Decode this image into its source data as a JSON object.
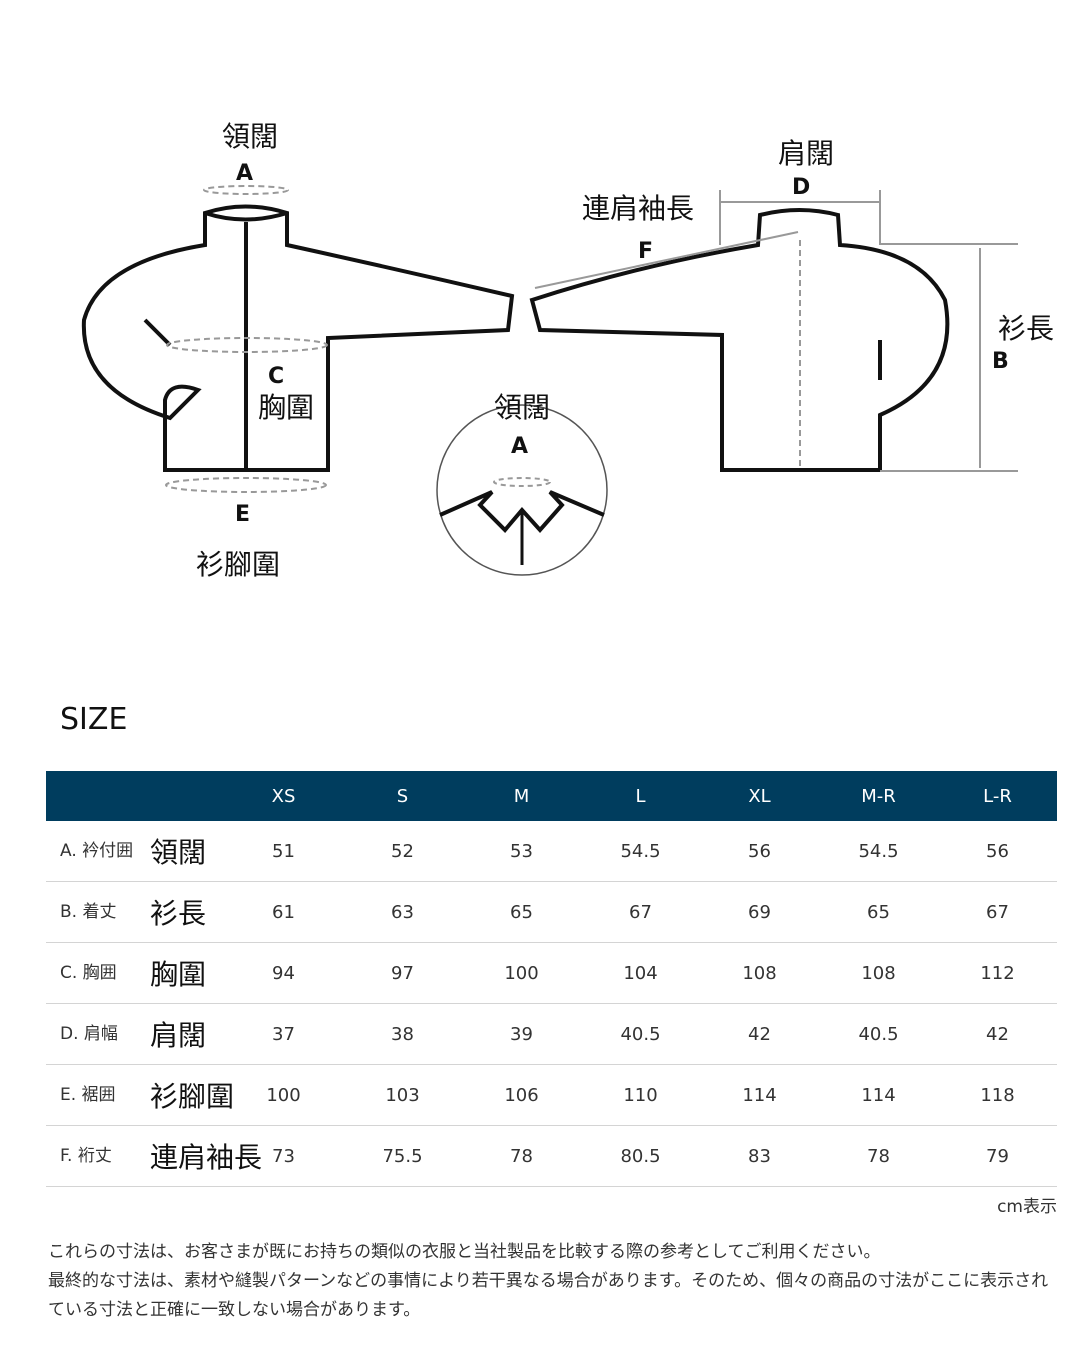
{
  "diagram": {
    "labels": {
      "collar": "領闊",
      "collar_letter": "A",
      "shoulder": "肩闊",
      "shoulder_letter": "D",
      "sleeve": "連肩袖長",
      "sleeve_letter": "F",
      "length": "衫長",
      "length_letter": "B",
      "chest": "胸圍",
      "chest_letter": "C",
      "hem": "衫腳圍",
      "hem_letter": "E",
      "detail_collar": "領闊",
      "detail_letter": "A"
    }
  },
  "size_title": "SIZE",
  "table": {
    "headers": [
      "",
      "XS",
      "S",
      "M",
      "L",
      "XL",
      "M-R",
      "L-R"
    ],
    "rows": [
      {
        "label": "A. 衿付囲",
        "translation": "領闊",
        "values": [
          "51",
          "52",
          "53",
          "54.5",
          "56",
          "54.5",
          "56"
        ]
      },
      {
        "label": "B. 着丈",
        "translation": "衫長",
        "values": [
          "61",
          "63",
          "65",
          "67",
          "69",
          "65",
          "67"
        ]
      },
      {
        "label": "C. 胸囲",
        "translation": "胸圍",
        "values": [
          "94",
          "97",
          "100",
          "104",
          "108",
          "108",
          "112"
        ]
      },
      {
        "label": "D. 肩幅",
        "translation": "肩闊",
        "values": [
          "37",
          "38",
          "39",
          "40.5",
          "42",
          "40.5",
          "42"
        ]
      },
      {
        "label": "E. 裾囲",
        "translation": "衫腳圍",
        "values": [
          "100",
          "103",
          "106",
          "110",
          "114",
          "114",
          "118"
        ]
      },
      {
        "label": "F. 裄丈",
        "translation": "連肩袖長",
        "values": [
          "73",
          "75.5",
          "78",
          "80.5",
          "83",
          "78",
          "79"
        ]
      }
    ]
  },
  "unit_note": "cm表示",
  "notes": [
    "これらの寸法は、お客さまが既にお持ちの類似の衣服と当社製品を比較する際の参考としてご利用ください。",
    "最終的な寸法は、素材や縫製パターンなどの事情により若干異なる場合があります。そのため、個々の商品の寸法がここに表示されている寸法と正確に一致しない場合があります。"
  ]
}
